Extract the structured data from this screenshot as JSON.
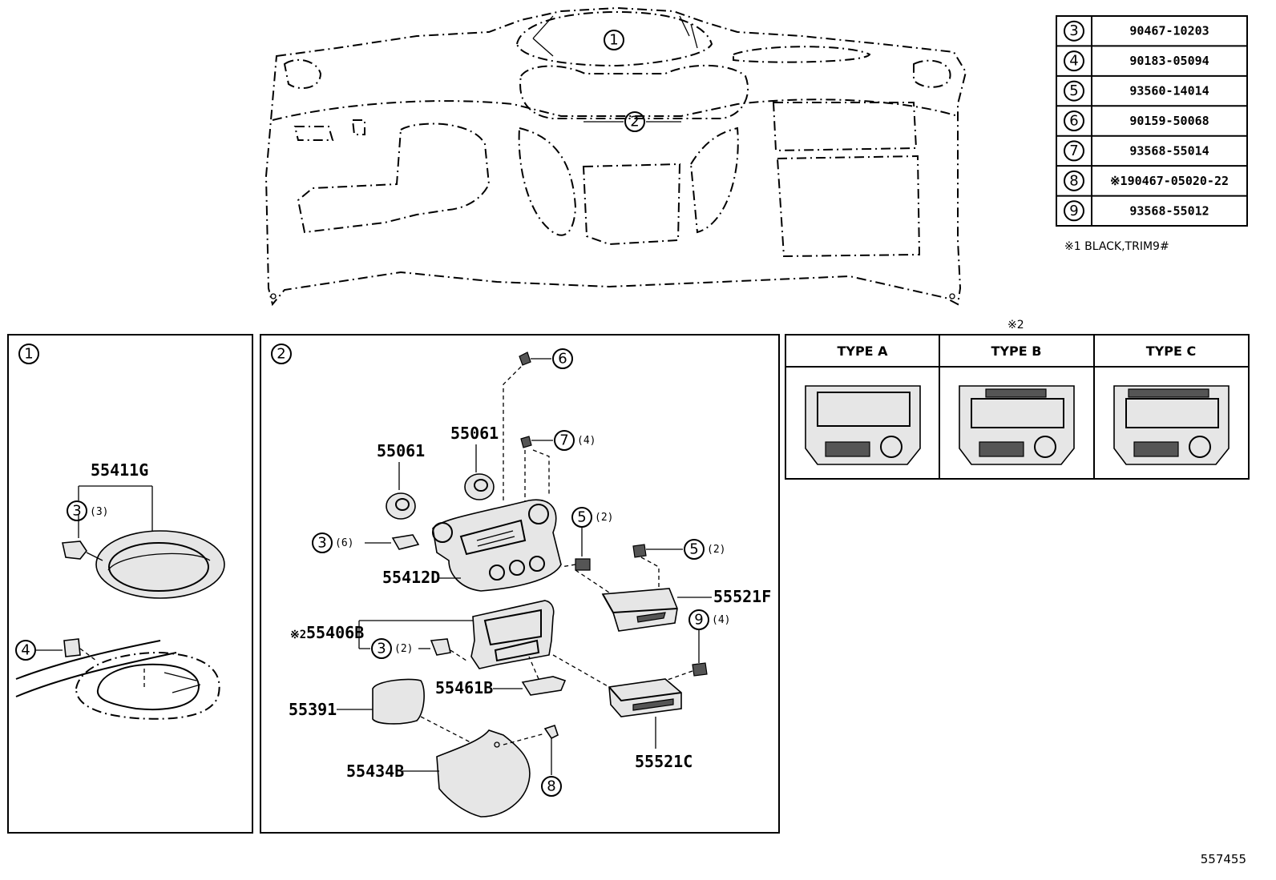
{
  "parts_table": {
    "rows": [
      {
        "ref": "3",
        "part": "90467-10203"
      },
      {
        "ref": "4",
        "part": "90183-05094"
      },
      {
        "ref": "5",
        "part": "93560-14014"
      },
      {
        "ref": "6",
        "part": "90159-50068"
      },
      {
        "ref": "7",
        "part": "93568-55014"
      },
      {
        "ref": "8",
        "part": "※190467-05020-22"
      },
      {
        "ref": "9",
        "part": "93568-55012"
      }
    ],
    "note": "※1 BLACK,TRIM9#"
  },
  "overview": {
    "callout_1": "1",
    "callout_2": "2"
  },
  "panel1": {
    "label": "1",
    "part_55411G": "55411G",
    "ref3": "3",
    "qty3": "(3)",
    "ref4": "4"
  },
  "panel2": {
    "label": "2",
    "p55061_a": "55061",
    "p55061_b": "55061",
    "p55412D": "55412D",
    "p55406B_prefix": "※2",
    "p55406B": "55406B",
    "p55461B": "55461B",
    "p55391": "55391",
    "p55434B": "55434B",
    "p55521F": "55521F",
    "p55521C": "55521C",
    "ref6": "6",
    "ref7": "7",
    "qty7": "(4)",
    "ref5a": "5",
    "qty5a": "(2)",
    "ref5b": "5",
    "qty5b": "(2)",
    "ref3a": "3",
    "qty3a": "(6)",
    "ref3b": "3",
    "qty3b": "(2)",
    "ref9": "9",
    "qty9": "(4)",
    "ref8": "8"
  },
  "types": {
    "note": "※2",
    "type_a": "TYPE A",
    "type_b": "TYPE B",
    "type_c": "TYPE C"
  },
  "diagram_id": "557455"
}
